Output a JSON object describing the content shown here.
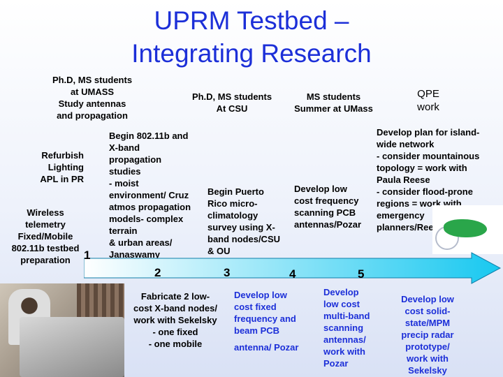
{
  "title": {
    "line1": "UPRM Testbed –",
    "line2": "Integrating Research"
  },
  "top_labels": {
    "umass": [
      "Ph.D, MS students",
      "at UMASS",
      "Study antennas",
      "and propagation"
    ],
    "csu": [
      "Ph.D, MS students",
      "At CSU"
    ],
    "ms_umass": [
      "MS students",
      "Summer at UMass"
    ],
    "qpe": [
      "QPE",
      "work"
    ]
  },
  "left_col": {
    "refurbish": [
      "Refurbish",
      "Lighting",
      "APL in PR"
    ],
    "wireless": [
      "Wireless",
      "telemetry",
      "Fixed/Mobile",
      "802.11b testbed",
      "preparation"
    ]
  },
  "stage_texts": {
    "s2_top": [
      "Begin 802.11b and",
      "X-band",
      "propagation",
      "studies",
      "- moist",
      "environment/ Cruz",
      "atmos propagation",
      "models- complex",
      "terrain",
      "& urban areas/",
      "Janaswamy"
    ],
    "s3_top": [
      "Begin Puerto",
      "Rico micro-",
      "climatology",
      "survey using X-",
      "band nodes/CSU",
      "& OU"
    ],
    "s4_top": [
      "Develop low",
      "cost frequency",
      "scanning PCB",
      "antennas/Pozar"
    ],
    "s5_top": [
      "Develop plan for island-",
      "wide network",
      "- consider mountainous",
      "topology = work with",
      "Paula Reese",
      "- consider flood-prone",
      "regions = work with",
      "emergency",
      "planners/Reese"
    ]
  },
  "arrow": {
    "numbers": [
      "1",
      "2",
      "3",
      "4",
      "5"
    ],
    "colors": {
      "start": "#ffffff",
      "end": "#18c8f0",
      "outline": "#0f7ea8"
    }
  },
  "bottom_texts": {
    "b2": [
      "Fabricate 2 low-",
      "cost X-band nodes/",
      "work with Sekelsky",
      "- one fixed",
      "- one mobile"
    ],
    "b3": [
      "Develop low",
      "cost fixed",
      "frequency and",
      "beam PCB"
    ],
    "b3_extra": "antenna/ Pozar",
    "b4": [
      "Develop",
      "low cost",
      "multi-band",
      "scanning",
      "antennas/",
      "work with",
      "Pozar"
    ],
    "b5": [
      "Develop low",
      "cost solid-",
      "state/MPM",
      "precip radar",
      "prototype/",
      "work with",
      "Sekelsky"
    ]
  },
  "colors": {
    "title": "#1c2fd8",
    "bold_blue": "#1c2fd8"
  }
}
